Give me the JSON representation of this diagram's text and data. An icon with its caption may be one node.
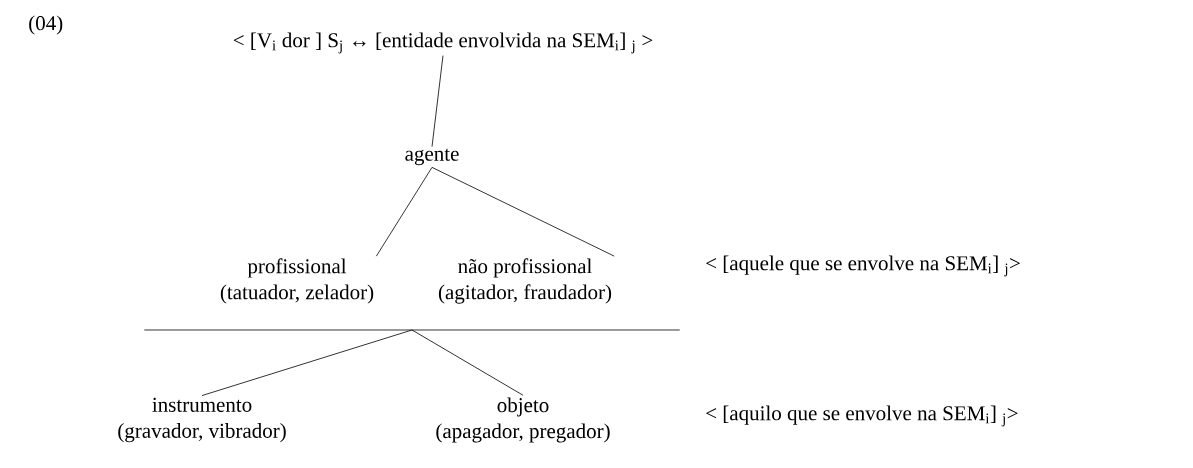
{
  "diagram": {
    "nodes": [
      {
        "text": [
          "< [V$_{i}$ dor ] S$_{j}$ ↔ [entidade envolvida na SEM$_{i}$] $_{j}$ >"
        ]
      },
      {
        "text": [
          "agente"
        ]
      },
      {
        "text": [
          "profissional",
          "(tatuador, zelador)"
        ]
      },
      {
        "text": [
          "não profissional",
          "(agitador, fraudador)"
        ]
      },
      {
        "text": [],
        "shape": "bar"
      },
      {
        "text": [
          "instrumento",
          "(gravador, vibrador)"
        ]
      },
      {
        "text": [
          "objeto",
          "(apagador, pregador)"
        ]
      }
    ],
    "edges": [
      {
        "from": 0,
        "to": 1,
        "arrow": "none"
      },
      {
        "from": 1,
        "to": 2,
        "arrow": "none"
      },
      {
        "from": 1,
        "to": 3,
        "arrow": "none"
      },
      {
        "from": 4,
        "to": 5,
        "arrow": "none"
      },
      {
        "from": 4,
        "to": 6,
        "arrow": "none"
      }
    ],
    "labels": [
      "(04)",
      "< [aquele que se envolve na SEM$_{i}$] $_{j}$>",
      "< [aquilo que se envolve na SEM$_{i}$] $_{j}$>"
    ]
  }
}
